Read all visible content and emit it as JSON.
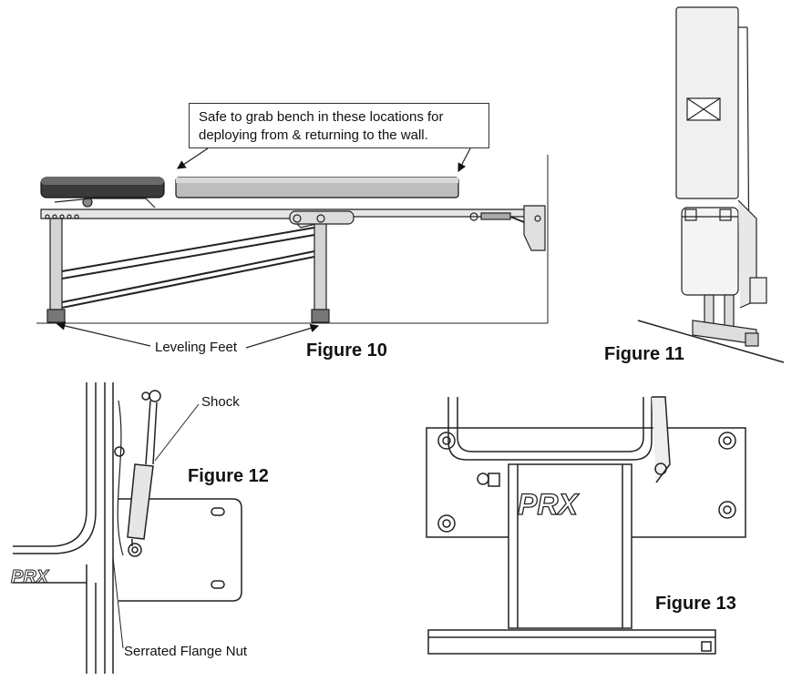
{
  "figure10": {
    "caption": "Figure 10",
    "note": "Safe to grab bench in these locations for deploying from & returning to the wall.",
    "callout": "Leveling Feet"
  },
  "figure11": {
    "caption": "Figure 11"
  },
  "figure12": {
    "caption": "Figure 12",
    "callout_top": "Shock",
    "callout_bottom": "Serrated Flange Nut",
    "logo_text": "PRX"
  },
  "figure13": {
    "caption": "Figure 13",
    "logo_text": "PRX"
  }
}
